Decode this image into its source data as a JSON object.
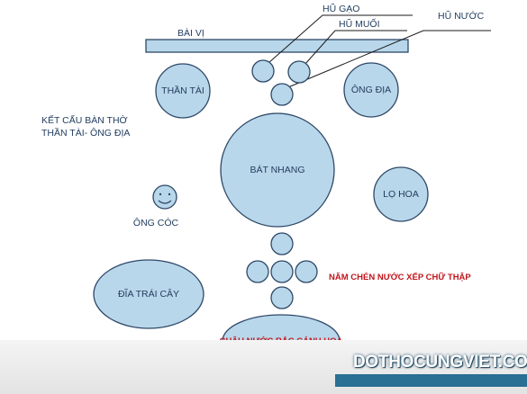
{
  "labels": {
    "altar_tablet": "BÀI VỊ",
    "rice_jar": "HŨ GẠO",
    "salt_jar": "HŨ MUỐI",
    "water_jar": "HŨ NƯỚC",
    "god_of_wealth": "THẦN TÀI",
    "earth_god": "ÔNG ĐỊA",
    "structure_title_line1": "KẾT CẤU BÀN THỜ",
    "structure_title_line2": "THẦN TÀI- ÔNG ĐỊA",
    "incense_bowl": "BÁT NHANG",
    "flower_vase": "LỌ HOA",
    "ong_coc": "ÔNG CÓC",
    "fruit_plate": "ĐĨA TRÁI CÂY",
    "five_water_cups": "NĂM CHÉN NƯỚC XẾP CHỮ THẬP",
    "petal_water_bowl": "CHẬU NƯỚC RẮC CÁNH HOA"
  },
  "brand": {
    "name": "DOTHOCUNGVIET.COM"
  },
  "colors": {
    "bubble_fill": "#b9d7ea",
    "outline": "#2e4868",
    "label_text": "#1f3b5e",
    "accent_red": "#c0161c",
    "brand_bar": "#2a6f94"
  }
}
